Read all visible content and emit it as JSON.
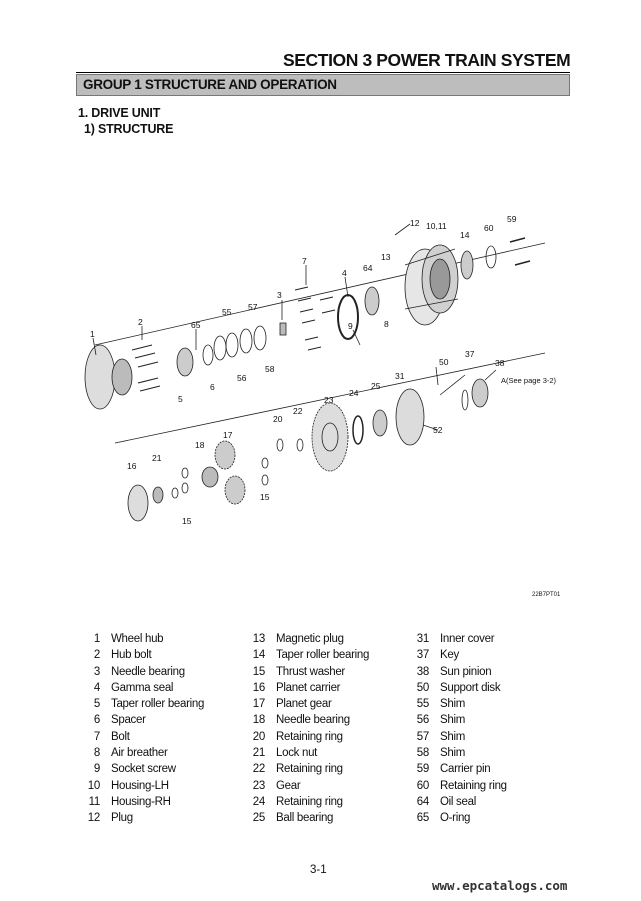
{
  "header": {
    "section_title": "SECTION 3 POWER TRAIN SYSTEM",
    "group_title": "GROUP 1 STRUCTURE AND OPERATION"
  },
  "headings": {
    "drive_unit": "1. DRIVE UNIT",
    "structure": "1) STRUCTURE"
  },
  "diagram": {
    "callouts": [
      "1",
      "2",
      "3",
      "4",
      "5",
      "6",
      "7",
      "8",
      "9",
      "10,11",
      "12",
      "13",
      "14",
      "15",
      "15",
      "16",
      "17",
      "18",
      "20",
      "21",
      "22",
      "23",
      "24",
      "25",
      "31",
      "37",
      "38",
      "50",
      "52",
      "55",
      "56",
      "57",
      "58",
      "59",
      "60",
      "64",
      "65"
    ],
    "see_note": "A(See page 3-2)",
    "code": "22B7PT01"
  },
  "parts_columns": [
    [
      {
        "no": "1",
        "name": "Wheel hub"
      },
      {
        "no": "2",
        "name": "Hub bolt"
      },
      {
        "no": "3",
        "name": "Needle bearing"
      },
      {
        "no": "4",
        "name": "Gamma seal"
      },
      {
        "no": "5",
        "name": "Taper roller bearing"
      },
      {
        "no": "6",
        "name": "Spacer"
      },
      {
        "no": "7",
        "name": "Bolt"
      },
      {
        "no": "8",
        "name": "Air breather"
      },
      {
        "no": "9",
        "name": "Socket screw"
      },
      {
        "no": "10",
        "name": "Housing-LH"
      },
      {
        "no": "11",
        "name": "Housing-RH"
      },
      {
        "no": "12",
        "name": "Plug"
      }
    ],
    [
      {
        "no": "13",
        "name": "Magnetic plug"
      },
      {
        "no": "14",
        "name": "Taper roller bearing"
      },
      {
        "no": "15",
        "name": "Thrust washer"
      },
      {
        "no": "16",
        "name": "Planet carrier"
      },
      {
        "no": "17",
        "name": "Planet gear"
      },
      {
        "no": "18",
        "name": "Needle bearing"
      },
      {
        "no": "20",
        "name": "Retaining ring"
      },
      {
        "no": "21",
        "name": "Lock nut"
      },
      {
        "no": "22",
        "name": "Retaining ring"
      },
      {
        "no": "23",
        "name": "Gear"
      },
      {
        "no": "24",
        "name": "Retaining ring"
      },
      {
        "no": "25",
        "name": "Ball bearing"
      }
    ],
    [
      {
        "no": "31",
        "name": "Inner cover"
      },
      {
        "no": "37",
        "name": "Key"
      },
      {
        "no": "38",
        "name": "Sun pinion"
      },
      {
        "no": "50",
        "name": "Support disk"
      },
      {
        "no": "55",
        "name": "Shim"
      },
      {
        "no": "56",
        "name": "Shim"
      },
      {
        "no": "57",
        "name": "Shim"
      },
      {
        "no": "58",
        "name": "Shim"
      },
      {
        "no": "59",
        "name": "Carrier pin"
      },
      {
        "no": "60",
        "name": "Retaining ring"
      },
      {
        "no": "64",
        "name": "Oil seal"
      },
      {
        "no": "65",
        "name": "O-ring"
      }
    ]
  ],
  "footer": {
    "page_number": "3-1",
    "watermark": "www.epcatalogs.com"
  }
}
